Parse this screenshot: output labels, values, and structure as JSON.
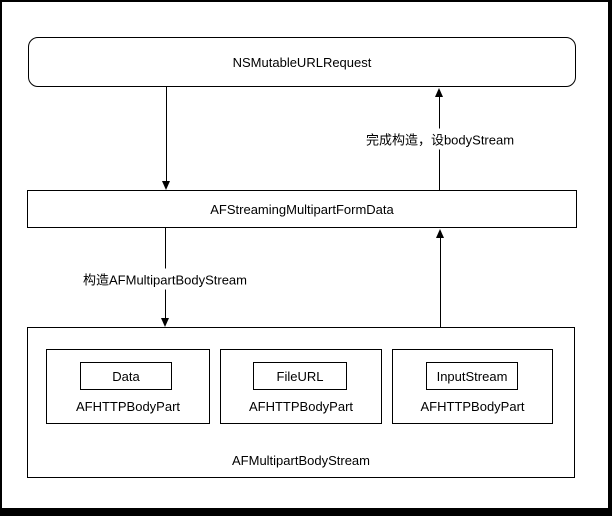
{
  "diagram": {
    "nodes": {
      "request": {
        "label": "NSMutableURLRequest"
      },
      "form_data": {
        "label": "AFStreamingMultipartFormData"
      },
      "body_stream": {
        "label": "AFMultipartBodyStream"
      },
      "parts": [
        {
          "type_label": "Data",
          "class_label": "AFHTTPBodyPart"
        },
        {
          "type_label": "FileURL",
          "class_label": "AFHTTPBodyPart"
        },
        {
          "type_label": "InputStream",
          "class_label": "AFHTTPBodyPart"
        }
      ]
    },
    "edges": {
      "set_body_stream_label": "完成构造，设bodyStream",
      "build_stream_label": "构造AFMultipartBodyStream"
    },
    "colors": {
      "line": "#000000",
      "background": "#ffffff",
      "frame": "#000000",
      "text": "#000000"
    }
  }
}
